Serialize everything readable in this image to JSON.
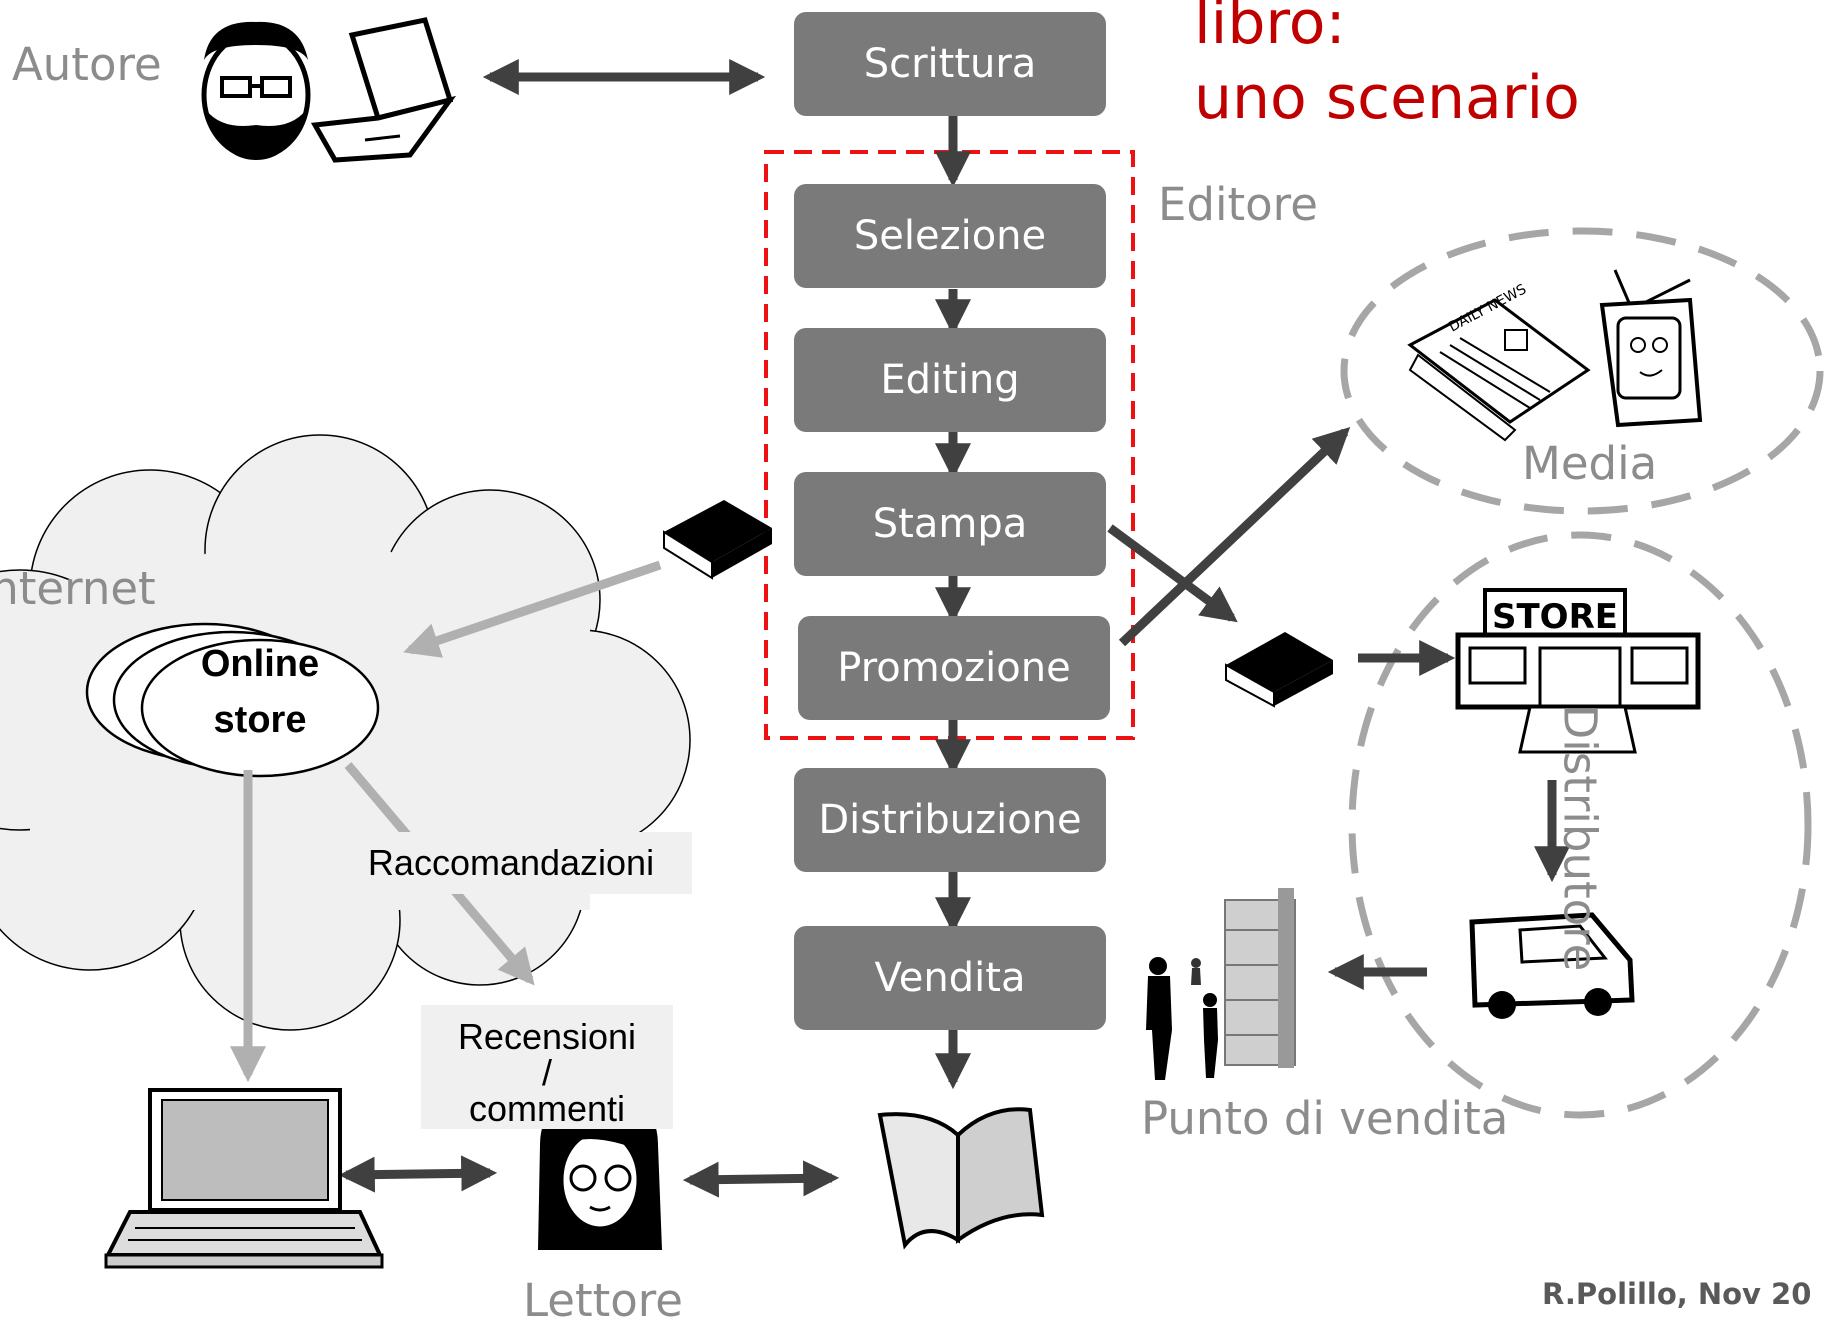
{
  "title": {
    "line1": "libro:",
    "line2": "uno scenario"
  },
  "actors": {
    "autore": "Autore",
    "editore": "Editore",
    "media": "Media",
    "distributore": "Distributore",
    "internet": "Internet",
    "punto_vendita": "Punto di vendita",
    "lettore": "Lettore"
  },
  "steps": [
    "Scrittura",
    "Selezione",
    "Editing",
    "Stampa",
    "Promozione",
    "Distribuzione",
    "Vendita"
  ],
  "online_store": {
    "line1": "Online",
    "line2": "store"
  },
  "labels": {
    "raccomandazioni": "Raccomandazioni",
    "recensioni_1": "Recensioni",
    "recensioni_2": "/",
    "recensioni_3": "commenti"
  },
  "store_sign": "STORE",
  "newspaper_text": "DAILY NEWS",
  "footer": "R.Polillo, Nov 20",
  "colors": {
    "step_box": "#7a7a7a",
    "title": "#c00000",
    "editor_border": "#ee1111",
    "dashed_circle": "#a6a6a6",
    "arrow_dark": "#404040",
    "arrow_light": "#b0b0b0"
  }
}
